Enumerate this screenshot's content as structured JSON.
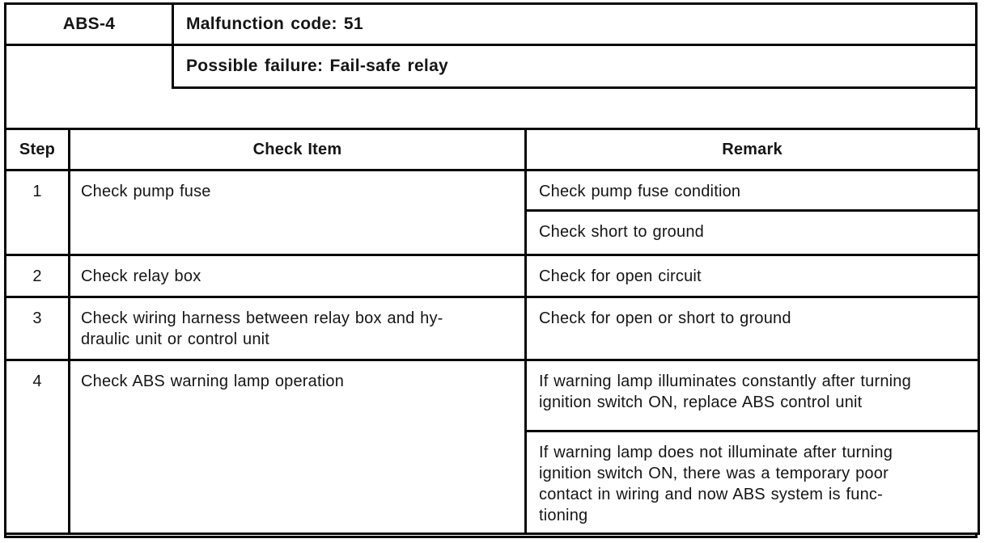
{
  "colors": {
    "ink": "#151515",
    "border": "#060606",
    "paper": "#ffffff"
  },
  "doc": {
    "code": "ABS-4",
    "malfunction_code": "Malfunction code: 51",
    "possible_failure": "Possible failure: Fail-safe relay"
  },
  "table": {
    "headers": {
      "step": "Step",
      "check_item": "Check Item",
      "remark": "Remark"
    },
    "rows": [
      {
        "step": "1",
        "check_item": "Check pump fuse",
        "remarks": [
          "Check pump fuse condition",
          "Check short to ground"
        ]
      },
      {
        "step": "2",
        "check_item": "Check relay box",
        "remarks": [
          "Check for open circuit"
        ]
      },
      {
        "step": "3",
        "check_item": [
          "Check wiring harness between relay box and hy-",
          "draulic unit or control unit"
        ],
        "remarks": [
          "Check for open or short to ground"
        ]
      },
      {
        "step": "4",
        "check_item": "Check ABS warning lamp operation",
        "remarks": [
          [
            "If warning lamp illuminates constantly after turning",
            "ignition switch ON, replace ABS control unit"
          ],
          [
            "If warning lamp does not illuminate after turning",
            "ignition switch ON, there was a temporary poor",
            "contact in wiring and now ABS system is func-",
            "tioning"
          ]
        ]
      }
    ]
  }
}
